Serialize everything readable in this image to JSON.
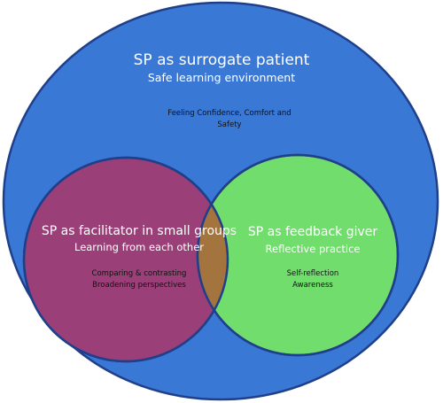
{
  "outer": {
    "title": "SP as surrogate patient",
    "subtitle": "Safe learning environment",
    "details": [
      "Feeling Confidence, Comfort and",
      "Safety"
    ],
    "fill": "#3a78d6",
    "stroke": "#1f3f8a"
  },
  "left": {
    "title": "SP as facilitator in small groups",
    "subtitle": "Learning from each other",
    "details": [
      "Comparing & contrasting",
      "Broadening perspectives"
    ],
    "fill": "#9a3f78",
    "stroke": "#1f3f8a"
  },
  "right": {
    "title": "SP as feedback giver",
    "subtitle": "Reflective practice",
    "details": [
      "Self-reflection",
      "Awareness"
    ],
    "fill": "#70dd6c",
    "stroke": "#1f3f8a"
  },
  "overlap": {
    "fill": "#a4743e"
  }
}
